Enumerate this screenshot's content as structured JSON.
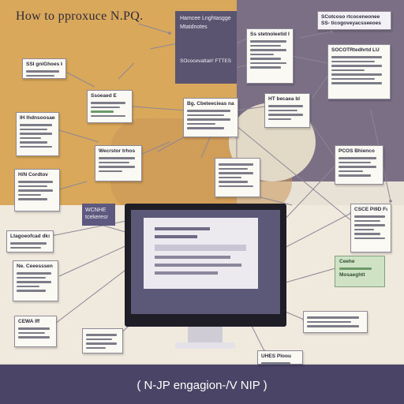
{
  "title": "How to pproxuce N.PQ.",
  "footer": "( N-JP engagion-/V NIP )",
  "cards": {
    "top_dark": {
      "line1": "Hamcee Lnghtasgge",
      "line2": "Mtatdnotes",
      "line3": "SOcocevattalr! FTTES"
    },
    "top_right_badge": {
      "line1": "SCotcoso rtcoceneonee",
      "line2": "SS- ticogoveyacsseeoes"
    },
    "top_center": "Ss stetnoleetid Ir",
    "right_upper": "SOCOTRtedhrtd LU",
    "left_upper": "SSI gniGhoes k4",
    "mid_left": "Ssoeaed E",
    "center": "Bg. Cbeteecieas nar",
    "right_mid": "HT becaea bl",
    "left_mid": "IH lhdnsoosaen",
    "center_lower": "Wecrstor trhos",
    "left_lower": "H/N Cordtov",
    "right_lower1": "PCOS Bhienco",
    "purple_small": {
      "line1": "WCNHE",
      "line2": "tcekeresr"
    },
    "right_lower2": "CSCE Pi9D Fus",
    "left_bottom1": "Ltagoeofcad dksa",
    "green": {
      "line1": "Ceehe",
      "line2": "Mosaeghtt"
    },
    "left_bottom2": "Ne. Ceeesssen",
    "left_bottom3": "CEWA Iff",
    "center_bottom": "UHES Ploou"
  }
}
